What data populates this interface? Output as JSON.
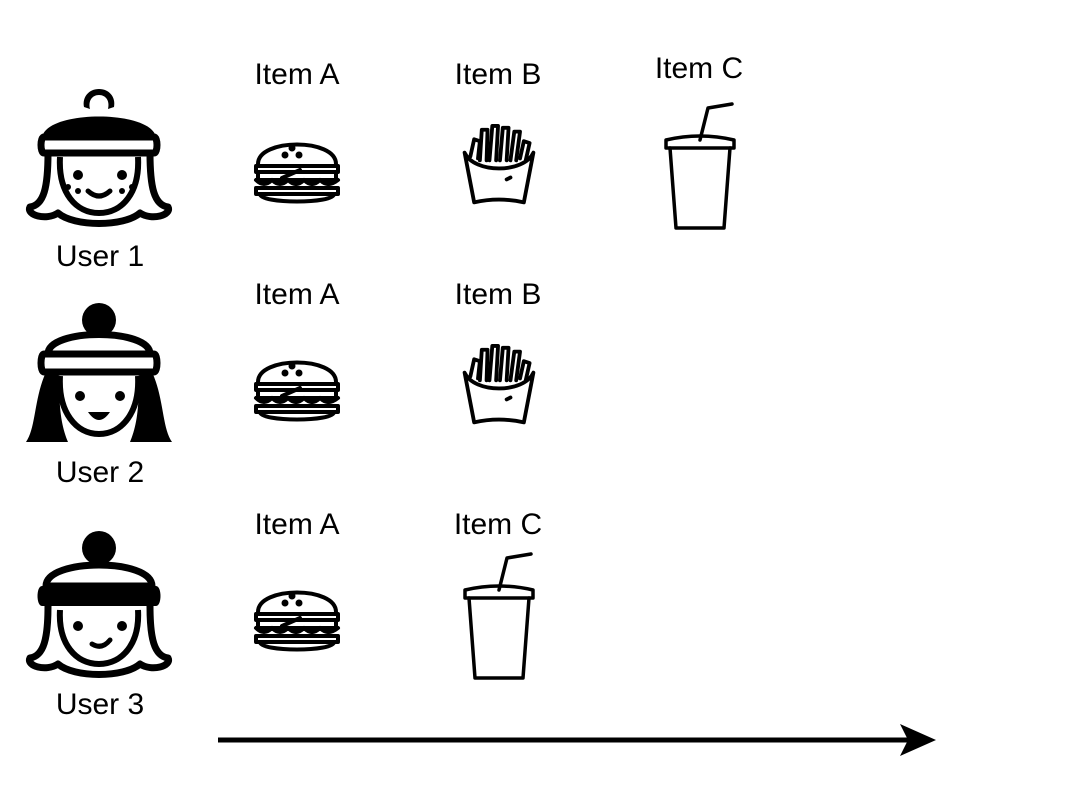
{
  "users": [
    {
      "label": "User 1",
      "avatar_icon": "user-avatar-bobble-hat-icon",
      "items": [
        {
          "label": "Item A",
          "icon": "burger-icon"
        },
        {
          "label": "Item B",
          "icon": "fries-icon"
        },
        {
          "label": "Item C",
          "icon": "drink-cup-icon"
        }
      ]
    },
    {
      "label": "User 2",
      "avatar_icon": "user-avatar-pompom-hat-long-hair-icon",
      "items": [
        {
          "label": "Item A",
          "icon": "burger-icon"
        },
        {
          "label": "Item B",
          "icon": "fries-icon"
        }
      ]
    },
    {
      "label": "User 3",
      "avatar_icon": "user-avatar-pompom-hat-icon",
      "items": [
        {
          "label": "Item A",
          "icon": "burger-icon"
        },
        {
          "label": "Item C",
          "icon": "drink-cup-icon"
        }
      ]
    }
  ],
  "arrow": {
    "icon": "right-arrow-icon"
  }
}
